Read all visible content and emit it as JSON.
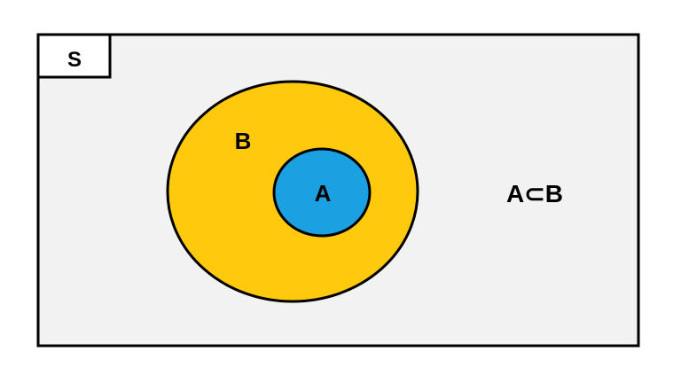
{
  "universe": {
    "label": "S",
    "fill": "#f2f2f2",
    "stroke": "#000000"
  },
  "set_b": {
    "label": "B",
    "fill": "#ffc90e"
  },
  "set_a": {
    "label": "A",
    "fill": "#1ba1e2"
  },
  "relation": {
    "text": "A⊂B"
  }
}
